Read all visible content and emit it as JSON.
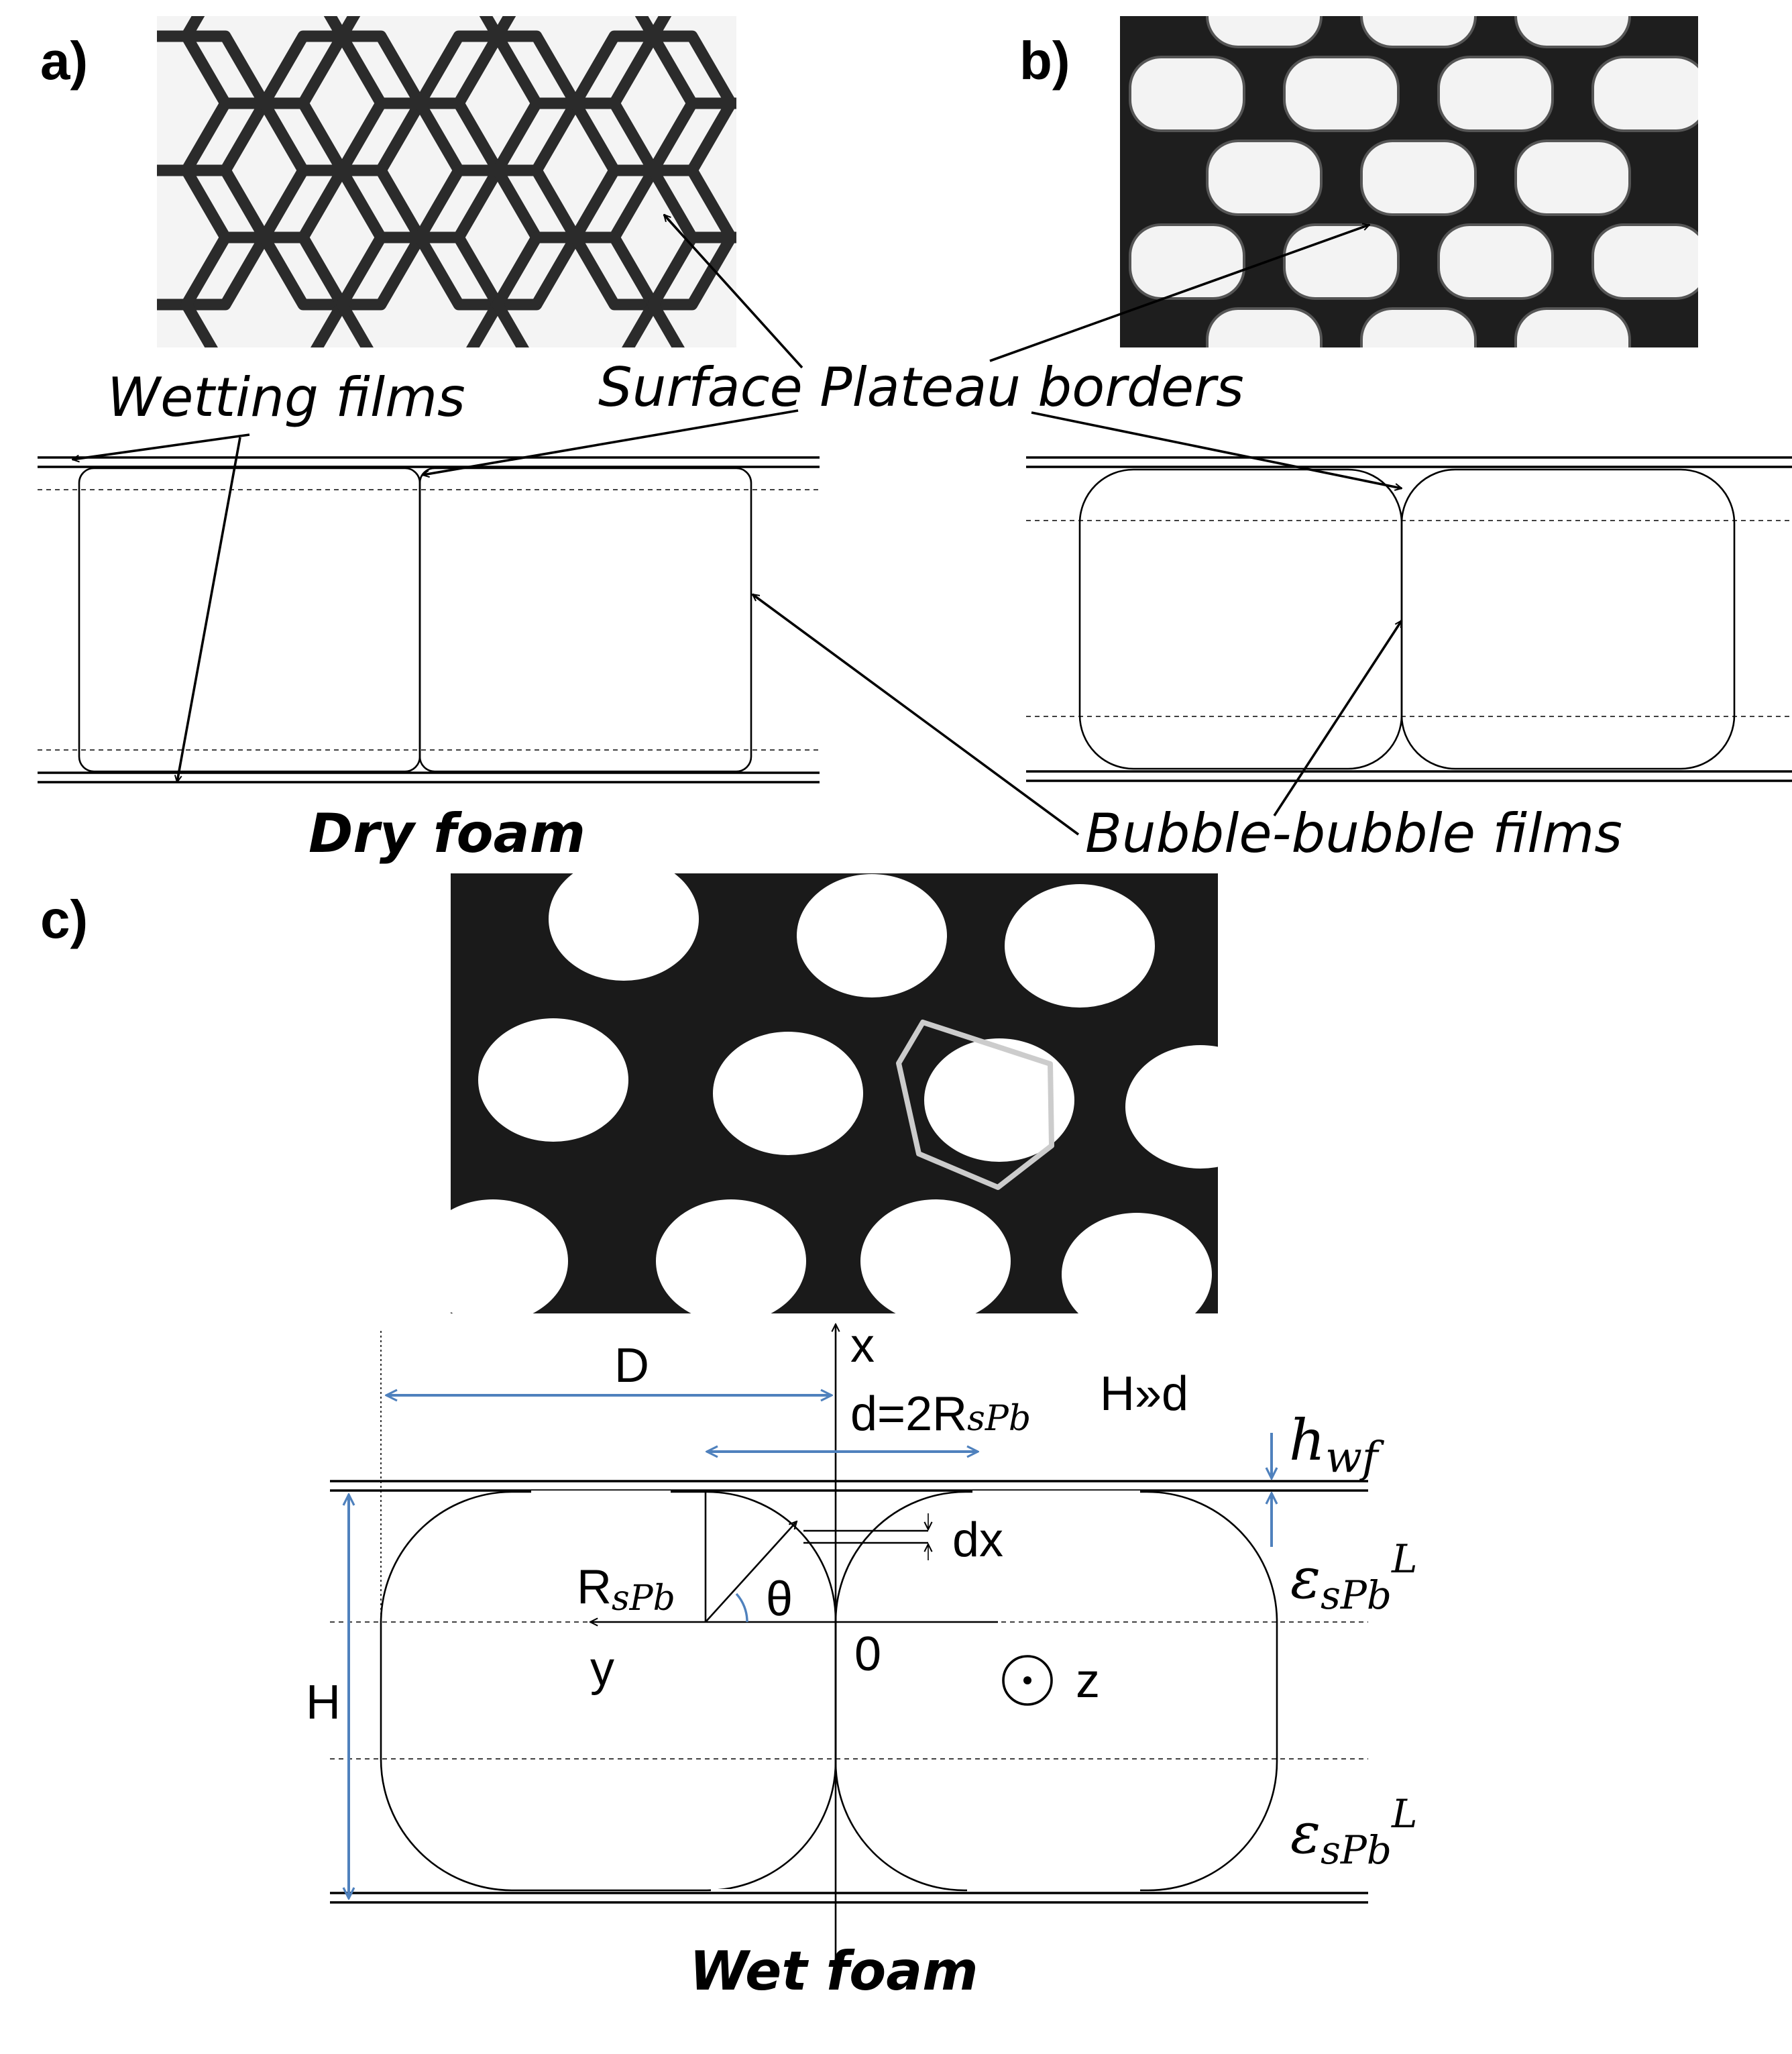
{
  "panels": {
    "a": {
      "letter": "a)",
      "caption": "Dry foam"
    },
    "b": {
      "letter": "b)"
    },
    "c": {
      "letter": "c)",
      "caption": "Wet foam"
    }
  },
  "annotations": {
    "wetting_films": "Wetting films",
    "surface_plateau_borders": "Surface Plateau borders",
    "bubble_bubble_films": "Bubble-bubble films"
  },
  "wet_schematic": {
    "x_axis": "x",
    "y_axis": "y",
    "z_axis": "z",
    "origin": "0",
    "D": "D",
    "H": "H",
    "d_prefix": "d=2R",
    "d_sub": "sPb",
    "H_gg_d": "H»d",
    "h_wf_main": "h",
    "h_wf_sub": "wf",
    "R_main": "R",
    "R_sub": "sPb",
    "theta": "θ",
    "dx": "dx",
    "eps_main": "ε",
    "eps_sub": "sPb",
    "eps_sup": "L"
  },
  "colors": {
    "dimension_lines": "#4f81bd",
    "ink": "#000000",
    "photo_dark": "#1a1a1a"
  }
}
